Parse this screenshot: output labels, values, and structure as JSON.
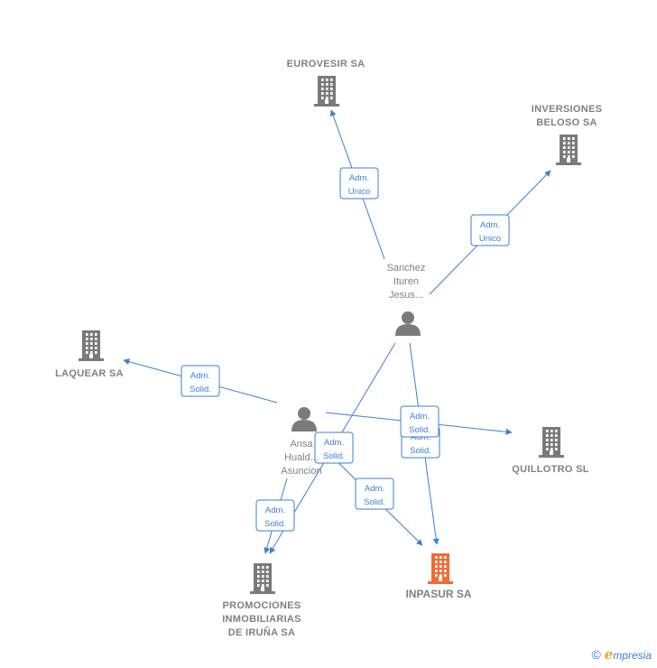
{
  "nodes": [
    {
      "id": "eurovesir",
      "type": "company",
      "label_lines": [
        "EUROVESIR SA"
      ]
    },
    {
      "id": "inversiones",
      "type": "company",
      "label_lines": [
        "INVERSIONES",
        "BELOSO SA"
      ]
    },
    {
      "id": "laquear",
      "type": "company",
      "label_lines": [
        "LAQUEAR SA"
      ]
    },
    {
      "id": "quillotro",
      "type": "company",
      "label_lines": [
        "QUILLOTRO SL"
      ]
    },
    {
      "id": "promociones",
      "type": "company",
      "label_lines": [
        "PROMOCIONES",
        "INMOBILIARIAS",
        "DE IRUÑA SA"
      ]
    },
    {
      "id": "inpasur",
      "type": "focus",
      "label_lines": [
        "INPASUR SA"
      ]
    },
    {
      "id": "sanchez",
      "type": "person",
      "label_lines": [
        "Sanchez",
        "Ituren",
        "Jesus..."
      ]
    },
    {
      "id": "ansa",
      "type": "person",
      "label_lines": [
        "Ansa",
        "Huald...",
        "Asuncion"
      ]
    }
  ],
  "edges": [
    {
      "from": "sanchez",
      "to": "eurovesir",
      "label_lines": [
        "Adm.",
        "Unico"
      ]
    },
    {
      "from": "sanchez",
      "to": "inversiones",
      "label_lines": [
        "Adm.",
        "Unico"
      ]
    },
    {
      "from": "sanchez",
      "to": "promociones",
      "label_lines": [
        "Adm.",
        "Solid."
      ]
    },
    {
      "from": "sanchez",
      "to": "inpasur",
      "label_lines": [
        "Adm.",
        "Solid."
      ]
    },
    {
      "from": "ansa",
      "to": "laquear",
      "label_lines": [
        "Adm.",
        "Solid."
      ]
    },
    {
      "from": "ansa",
      "to": "quillotro",
      "label_lines": [
        "Adm.",
        "Solid."
      ]
    },
    {
      "from": "ansa",
      "to": "promociones",
      "label_lines": [
        "Adm.",
        "Solid."
      ]
    },
    {
      "from": "ansa",
      "to": "inpasur",
      "label_lines": [
        "Adm.",
        "Solid."
      ]
    }
  ],
  "colors": {
    "edge": "#3a7fd5",
    "node_gray": "#7a7a7a",
    "focus_orange": "#f26a35"
  },
  "footer": {
    "copyright_symbol": "©",
    "brand_initial": "e",
    "brand_rest": "mpresia"
  }
}
